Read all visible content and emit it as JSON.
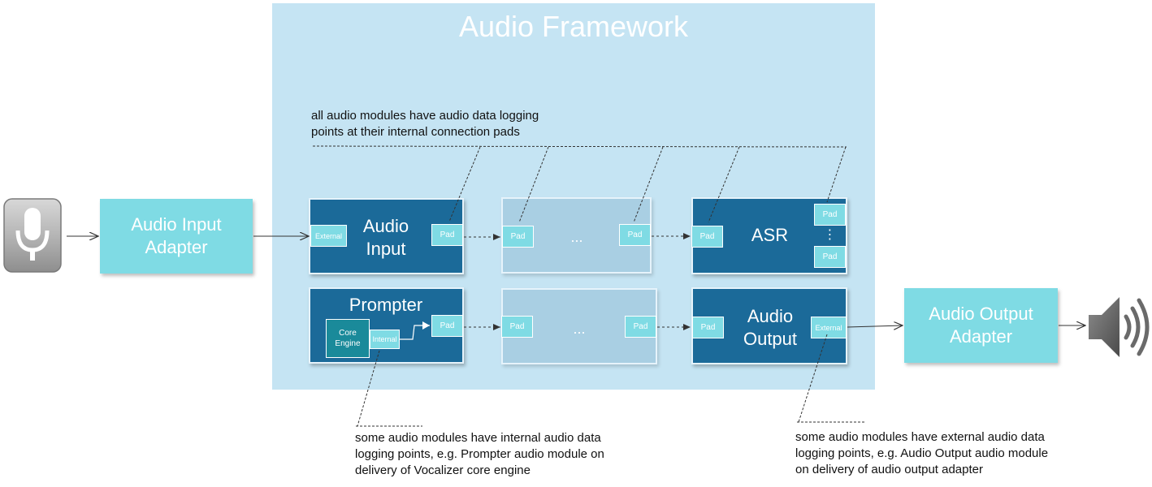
{
  "framework": {
    "title": "Audio Framework"
  },
  "notes": {
    "top_line1": "all audio modules have audio data logging",
    "top_line2": "points at their internal connection pads",
    "internal_line1": "some audio modules have internal audio data",
    "internal_line2": "logging points, e.g. Prompter audio module on",
    "internal_line3": "delivery of Vocalizer core engine",
    "external_line1": "some audio modules have external audio data",
    "external_line2": "logging points, e.g. Audio Output audio module",
    "external_line3": "on delivery of audio output adapter"
  },
  "adapters": {
    "input_line1": "Audio Input",
    "input_line2": "Adapter",
    "output_line1": "Audio Output",
    "output_line2": "Adapter"
  },
  "modules": {
    "audio_input_line1": "Audio",
    "audio_input_line2": "Input",
    "asr": "ASR",
    "prompter": "Prompter",
    "audio_output_line1": "Audio",
    "audio_output_line2": "Output",
    "ellipsis": "...",
    "vertical_dots": "⋮"
  },
  "pads": {
    "pad": "Pad",
    "external": "External",
    "internal": "Internal",
    "core_line1": "Core",
    "core_line2": "Engine"
  },
  "icons": {
    "input": "microphone-icon",
    "output": "speaker-icon"
  },
  "colors": {
    "framework_bg": "#c5e4f3",
    "module": "#1b6a99",
    "pad": "#7fdbe4",
    "adapter": "#7fdbe4",
    "core": "#1a8a9a"
  }
}
